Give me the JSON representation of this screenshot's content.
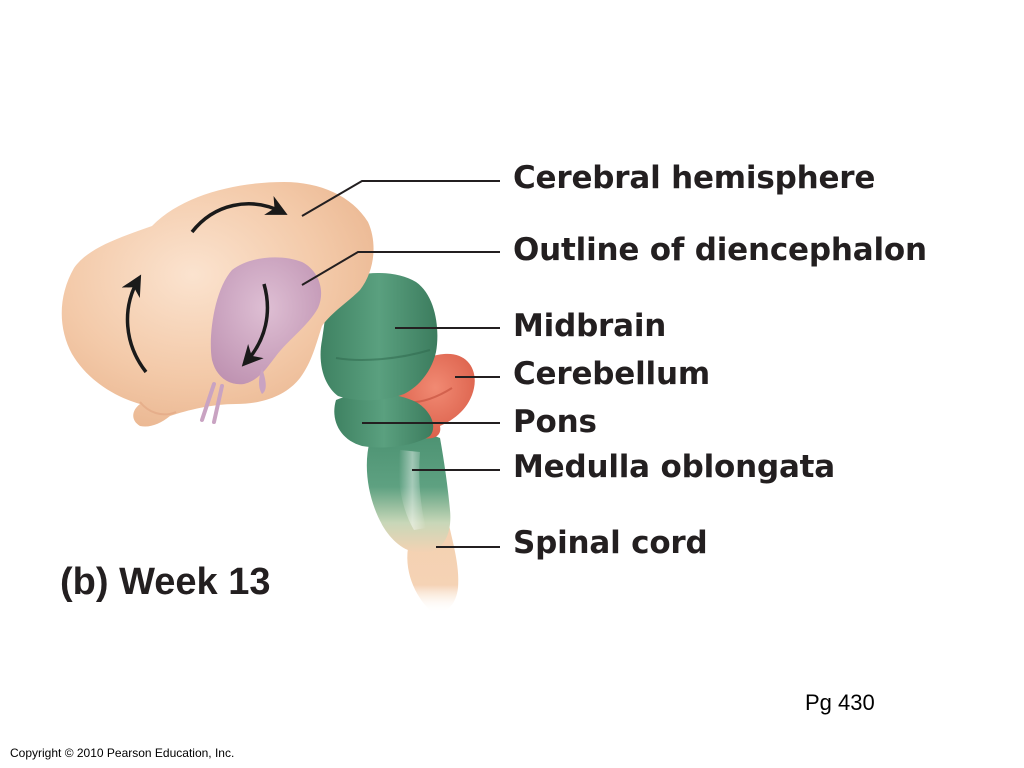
{
  "labels": {
    "cerebral_hemisphere": "Cerebral hemisphere",
    "outline_diencephalon": "Outline of diencephalon",
    "midbrain": "Midbrain",
    "cerebellum": "Cerebellum",
    "pons": "Pons",
    "medulla_oblongata": "Medulla oblongata",
    "spinal_cord": "Spinal cord"
  },
  "stage_title": "(b) Week 13",
  "page_reference": "Pg 430",
  "copyright": "Copyright © 2010 Pearson Education, Inc.",
  "colors": {
    "cerebrum": "#f2c7a5",
    "diencephalon": "#c9a3c2",
    "brainstem": "#4a9070",
    "cerebellum": "#e36a55",
    "spinal_cord": "#f3cfb0",
    "leader_line": "#231f20",
    "label_text": "#231f20"
  }
}
